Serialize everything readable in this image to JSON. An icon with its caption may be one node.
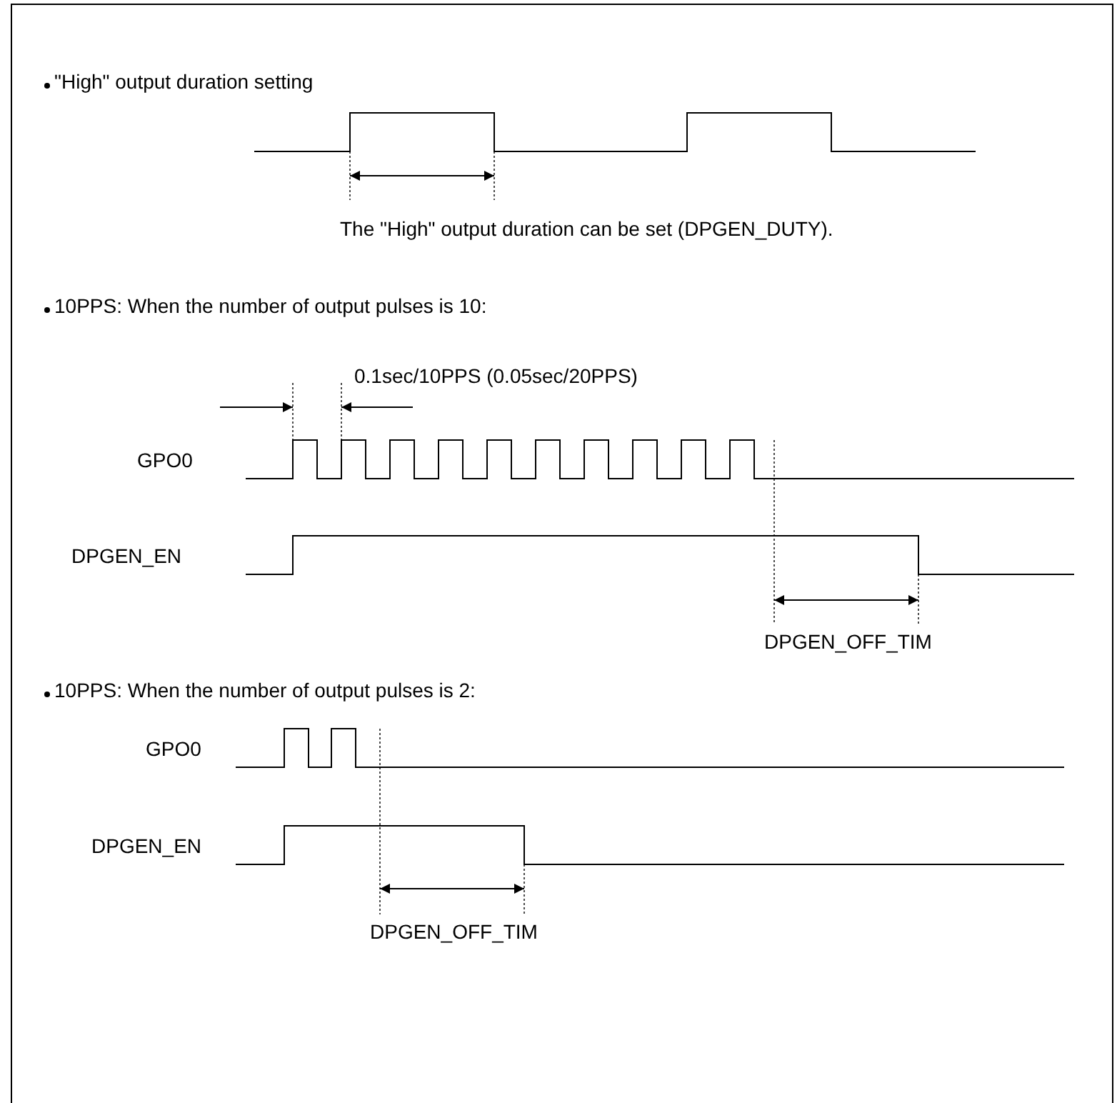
{
  "diagram": {
    "labels": [
      "\"High\" output duration setting",
      "The \"High\" output duration can be set (DPGEN_DUTY).",
      "10PPS: When the number of output pulses is 10:",
      "0.1sec/10PPS (0.05sec/20PPS)",
      "GPO0",
      "DPGEN_EN",
      "DPGEN_OFF_TIM",
      "10PPS: When the number of output pulses is 2:",
      "GPO0",
      "DPGEN_EN",
      "DPGEN_OFF_TIM"
    ]
  }
}
